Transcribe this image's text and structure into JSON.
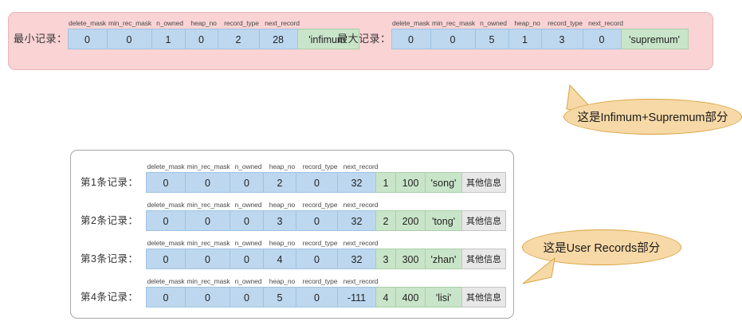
{
  "system_records": {
    "columns": [
      "delete_mask",
      "min_rec_mask",
      "n_owned",
      "heap_no",
      "record_type",
      "next_record"
    ],
    "infimum": {
      "label": "最小记录：",
      "values": [
        "0",
        "0",
        "1",
        "0",
        "2",
        "28"
      ],
      "name": "'infimum'"
    },
    "supremum": {
      "label": "最大记录：",
      "values": [
        "0",
        "0",
        "5",
        "1",
        "3",
        "0"
      ],
      "name": "'supremum'"
    }
  },
  "user_records": {
    "columns": [
      "delete_mask",
      "min_rec_mask",
      "n_owned",
      "heap_no",
      "record_type",
      "next_record"
    ],
    "extra_label": "其他信息",
    "rows": [
      {
        "label": "第1条记录：",
        "values": [
          "0",
          "0",
          "0",
          "2",
          "0",
          "32"
        ],
        "data": [
          "1",
          "100",
          "'song'"
        ]
      },
      {
        "label": "第2条记录：",
        "values": [
          "0",
          "0",
          "0",
          "3",
          "0",
          "32"
        ],
        "data": [
          "2",
          "200",
          "'tong'"
        ]
      },
      {
        "label": "第3条记录：",
        "values": [
          "0",
          "0",
          "0",
          "4",
          "0",
          "32"
        ],
        "data": [
          "3",
          "300",
          "'zhan'"
        ]
      },
      {
        "label": "第4条记录：",
        "values": [
          "0",
          "0",
          "0",
          "5",
          "0",
          "-111"
        ],
        "data": [
          "4",
          "400",
          "'lisi'"
        ]
      }
    ]
  },
  "callouts": {
    "infimum_supremum": "这是Infimum+Supremum部分",
    "user_records": "这是User Records部分"
  },
  "colors": {
    "panel_pink": "#fad3d4",
    "cell_blue": "#bdd7ee",
    "cell_green": "#c9e5c9",
    "cell_gray": "#e8e8e8",
    "callout_fill": "#f7d9a7",
    "callout_border": "#d9a441"
  }
}
